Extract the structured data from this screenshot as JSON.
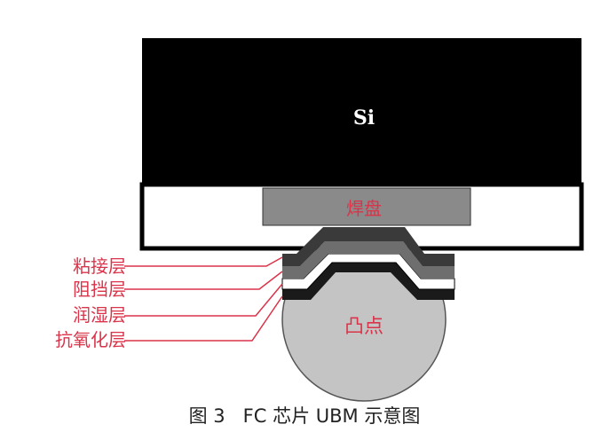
{
  "diagram": {
    "die_label": "Si",
    "pad_label": "焊盘",
    "bump_label": "凸点",
    "layer_labels": {
      "adhesion": "粘接层",
      "barrier": "阻挡层",
      "wetting": "润湿层",
      "anti_oxidation": "抗氧化层"
    },
    "caption": "图 3   FC 芯片 UBM 示意图"
  },
  "colors": {
    "silicon": "#000000",
    "passivation": "#ffffff",
    "pad": "#8a8a8a",
    "adhesion_layer": "#3a3a3a",
    "barrier_layer": "#6e6e6e",
    "wetting_layer": "#ffffff",
    "anti_oxidation_layer": "#1a1a1a",
    "bump": "#c4c4c4",
    "label_text": "#d9344a",
    "leader_lines": "#d9344a"
  }
}
